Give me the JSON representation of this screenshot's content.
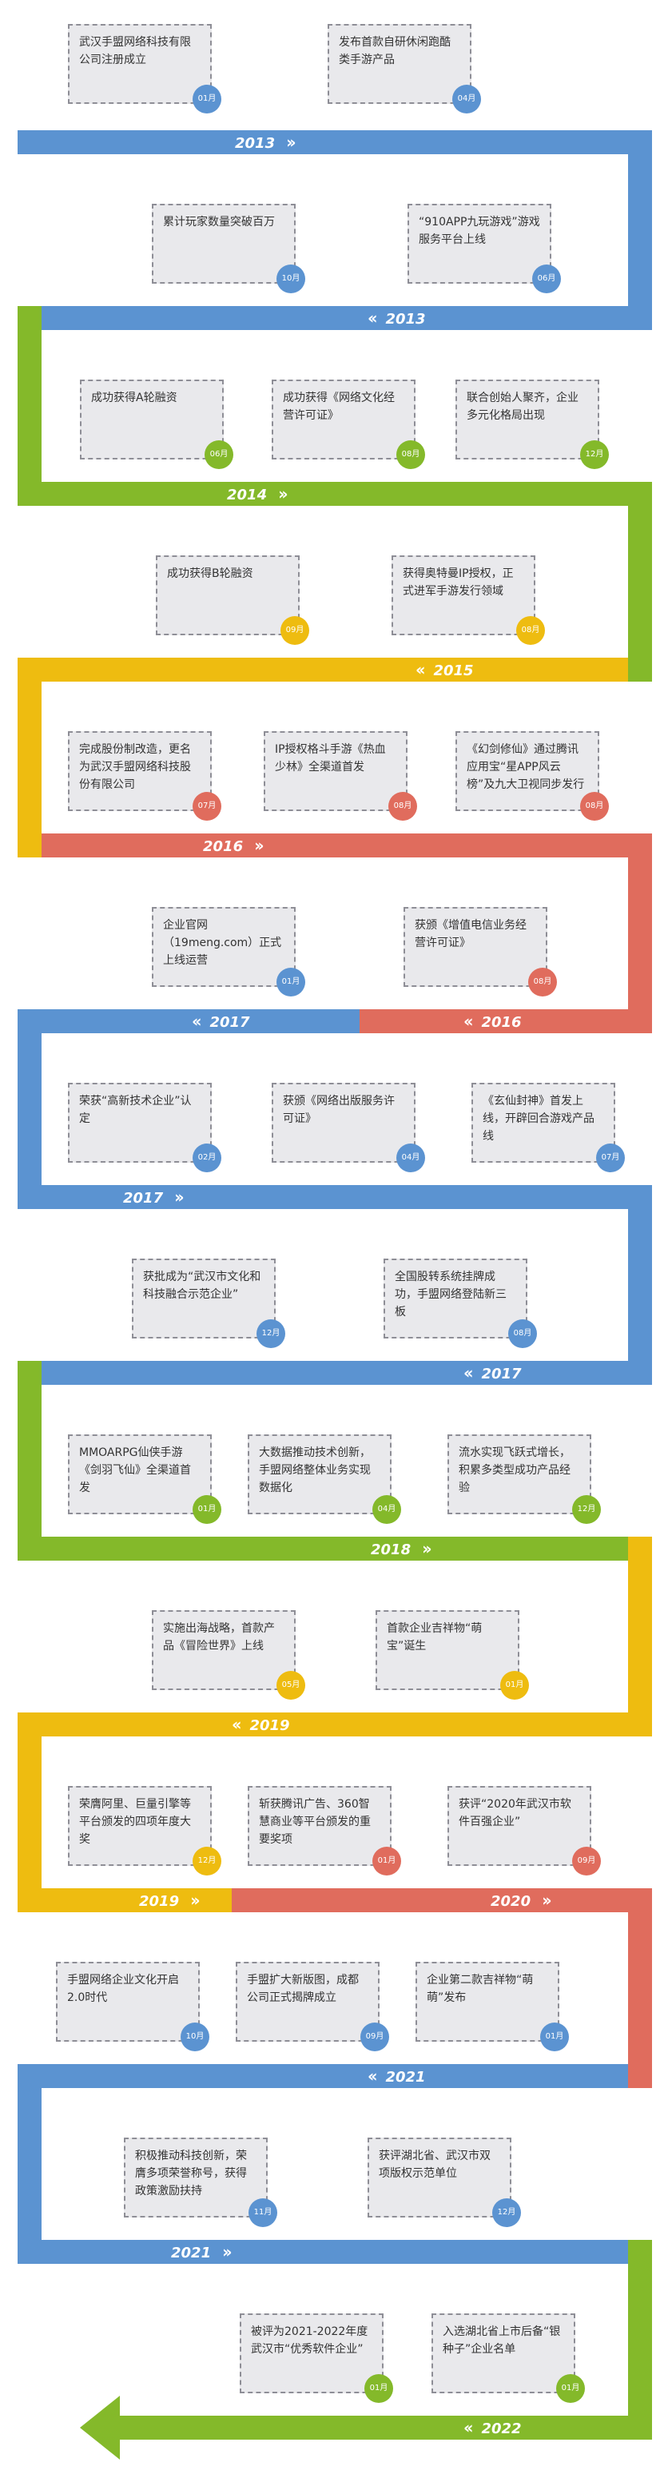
{
  "colors": {
    "blue": "#5b93d1",
    "green": "#84b92a",
    "yellow": "#eebc10",
    "red": "#e06c5d"
  },
  "rows": [
    {
      "year_labels": [],
      "events": [
        {
          "text": "武汉手盟网络科技有限公司注册成立",
          "month": "01月",
          "badge": "blue"
        },
        {
          "text": "发布首款自研休闲跑酷类手游产品",
          "month": "04月",
          "badge": "blue"
        }
      ]
    },
    {
      "year_labels": [
        {
          "text": "2013",
          "arrow": "right"
        }
      ],
      "events": [
        {
          "text": "累计玩家数量突破百万",
          "month": "10月",
          "badge": "blue"
        },
        {
          "text": "“910APP九玩游戏”游戏服务平台上线",
          "month": "06月",
          "badge": "blue"
        }
      ]
    },
    {
      "year_labels": [
        {
          "text": "2013",
          "arrow": "left"
        }
      ],
      "events": [
        {
          "text": "成功获得A轮融资",
          "month": "06月",
          "badge": "green"
        },
        {
          "text": "成功获得《网络文化经营许可证》",
          "month": "08月",
          "badge": "green"
        },
        {
          "text": "联合创始人聚齐，企业多元化格局出现",
          "month": "12月",
          "badge": "green"
        }
      ]
    },
    {
      "year_labels": [
        {
          "text": "2014",
          "arrow": "right"
        }
      ],
      "events": [
        {
          "text": "成功获得B轮融资",
          "month": "09月",
          "badge": "yellow"
        },
        {
          "text": "获得奥特曼IP授权，正式进军手游发行领域",
          "month": "08月",
          "badge": "yellow"
        }
      ]
    },
    {
      "year_labels": [
        {
          "text": "2015",
          "arrow": "left"
        }
      ],
      "events": [
        {
          "text": "完成股份制改造，更名为武汉手盟网络科技股份有限公司",
          "month": "07月",
          "badge": "red"
        },
        {
          "text": "IP授权格斗手游《热血少林》全渠道首发",
          "month": "08月",
          "badge": "red"
        },
        {
          "text": "《幻剑修仙》通过腾讯应用宝“星APP风云榜”及九大卫视同步发行",
          "month": "08月",
          "badge": "red"
        }
      ]
    },
    {
      "year_labels": [
        {
          "text": "2016",
          "arrow": "right"
        }
      ],
      "events": [
        {
          "text": "企业官网（19meng.com）正式上线运营",
          "month": "01月",
          "badge": "blue"
        },
        {
          "text": "获颁《增值电信业务经营许可证》",
          "month": "08月",
          "badge": "red"
        }
      ]
    },
    {
      "year_labels": [
        {
          "text": "2017",
          "arrow": "left"
        },
        {
          "text": "2016",
          "arrow": "left"
        }
      ],
      "events": [
        {
          "text": "荣获“高新技术企业”认定",
          "month": "02月",
          "badge": "blue"
        },
        {
          "text": "获颁《网络出版服务许可证》",
          "month": "04月",
          "badge": "blue"
        },
        {
          "text": "《玄仙封神》首发上线，开辟回合游戏产品线",
          "month": "07月",
          "badge": "blue"
        }
      ]
    },
    {
      "year_labels": [
        {
          "text": "2017",
          "arrow": "right"
        }
      ],
      "events": [
        {
          "text": "获批成为“武汉市文化和科技融合示范企业”",
          "month": "12月",
          "badge": "blue"
        },
        {
          "text": "全国股转系统挂牌成功，手盟网络登陆新三板",
          "month": "08月",
          "badge": "blue"
        }
      ]
    },
    {
      "year_labels": [
        {
          "text": "2017",
          "arrow": "left"
        }
      ],
      "events": [
        {
          "text": "MMOARPG仙侠手游《剑羽飞仙》全渠道首发",
          "month": "01月",
          "badge": "green"
        },
        {
          "text": "大数据推动技术创新，手盟网络整体业务实现数据化",
          "month": "04月",
          "badge": "green"
        },
        {
          "text": "流水实现飞跃式增长，积累多类型成功产品经验",
          "month": "12月",
          "badge": "green"
        }
      ]
    },
    {
      "year_labels": [
        {
          "text": "2018",
          "arrow": "right"
        }
      ],
      "events": [
        {
          "text": "实施出海战略，首款产品《冒险世界》上线",
          "month": "05月",
          "badge": "yellow"
        },
        {
          "text": "首款企业吉祥物“萌宝”诞生",
          "month": "01月",
          "badge": "yellow"
        }
      ]
    },
    {
      "year_labels": [
        {
          "text": "2019",
          "arrow": "left"
        }
      ],
      "events": [
        {
          "text": "荣膺阿里、巨量引擎等平台颁发的四项年度大奖",
          "month": "12月",
          "badge": "yellow"
        },
        {
          "text": "斩获腾讯广告、360智慧商业等平台颁发的重要奖项",
          "month": "01月",
          "badge": "red"
        },
        {
          "text": "获评“2020年武汉市软件百强企业”",
          "month": "09月",
          "badge": "red"
        }
      ]
    },
    {
      "year_labels": [
        {
          "text": "2019",
          "arrow": "right"
        },
        {
          "text": "2020",
          "arrow": "right"
        }
      ],
      "events": [
        {
          "text": "手盟网络企业文化开启2.0时代",
          "month": "10月",
          "badge": "blue"
        },
        {
          "text": "手盟扩大新版图，成都公司正式揭牌成立",
          "month": "09月",
          "badge": "blue"
        },
        {
          "text": "企业第二款吉祥物“萌萌”发布",
          "month": "01月",
          "badge": "blue"
        }
      ]
    },
    {
      "year_labels": [
        {
          "text": "2021",
          "arrow": "left"
        }
      ],
      "events": [
        {
          "text": "积极推动科技创新，荣膺多项荣誉称号，获得政策激励扶持",
          "month": "11月",
          "badge": "blue"
        },
        {
          "text": "获评湖北省、武汉市双项版权示范单位",
          "month": "12月",
          "badge": "blue"
        }
      ]
    },
    {
      "year_labels": [
        {
          "text": "2021",
          "arrow": "right"
        }
      ],
      "events": [
        {
          "text": "被评为2021-2022年度武汉市“优秀软件企业”",
          "month": "01月",
          "badge": "green"
        },
        {
          "text": "入选湖北省上市后备“银种子”企业名单",
          "month": "01月",
          "badge": "green"
        }
      ]
    },
    {
      "year_labels": [
        {
          "text": "2022",
          "arrow": "left"
        }
      ],
      "events": []
    }
  ]
}
